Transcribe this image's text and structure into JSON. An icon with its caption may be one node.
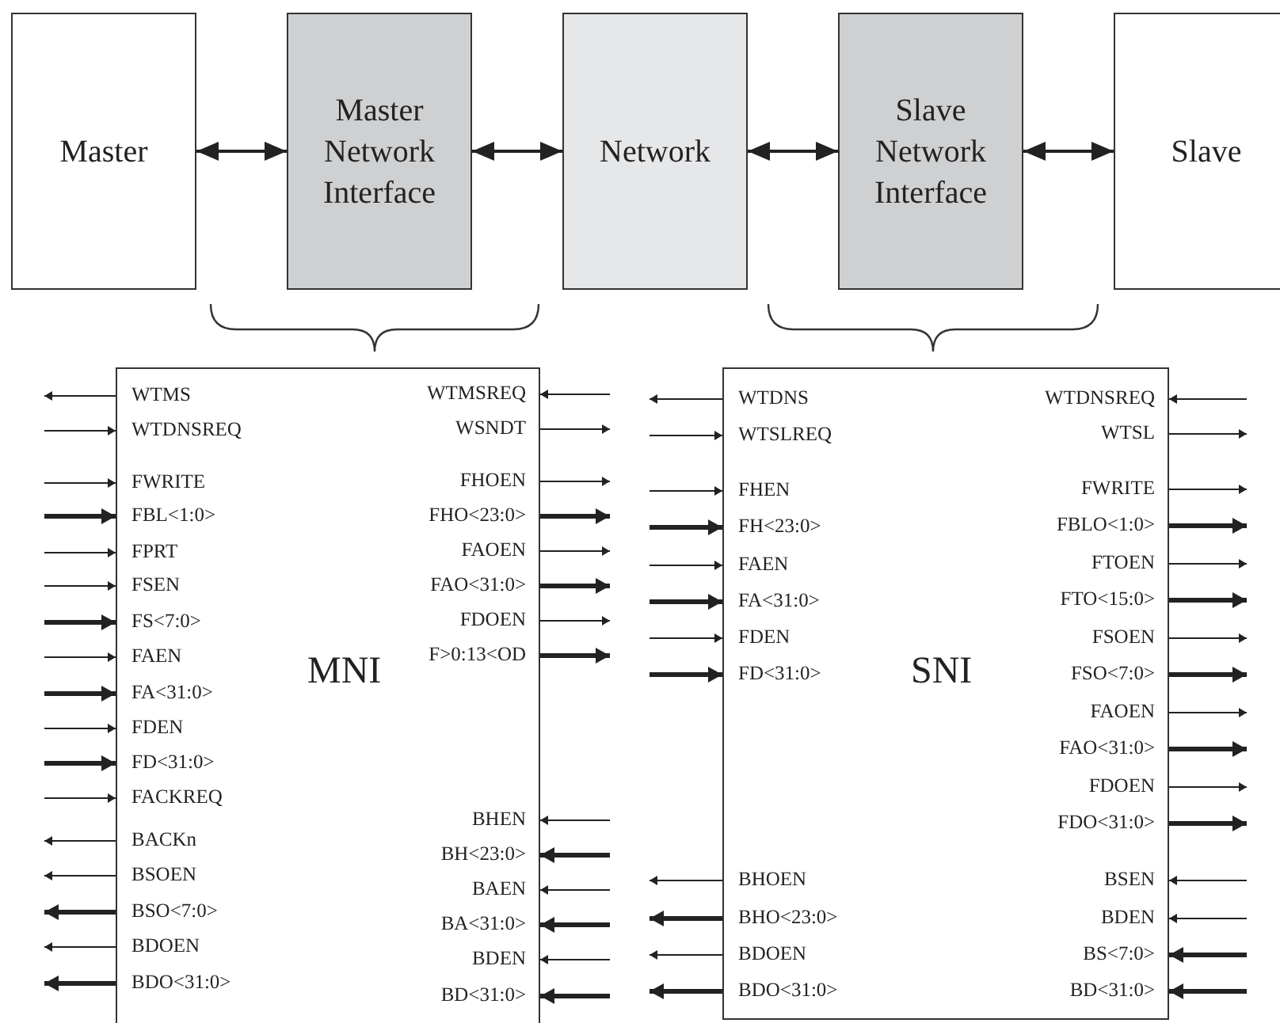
{
  "diagram": {
    "nodes": [
      {
        "text": [
          "Master"
        ]
      },
      {
        "text": [
          "Master Network Interface"
        ]
      },
      {
        "text": [
          "Network"
        ]
      },
      {
        "text": [
          "Slave Network Interface"
        ]
      },
      {
        "text": [
          "Slave"
        ]
      },
      {
        "text": [
          "MNI"
        ]
      },
      {
        "text": [
          "SNI"
        ]
      }
    ],
    "edges": [
      {
        "from": 0,
        "to": 1,
        "arrow": "both"
      },
      {
        "from": 1,
        "to": 2,
        "arrow": "both"
      },
      {
        "from": 2,
        "to": 3,
        "arrow": "both"
      },
      {
        "from": 3,
        "to": 4,
        "arrow": "both"
      },
      {
        "from": 5,
        "to": null,
        "arrow": "to",
        "label": "WTMS"
      },
      {
        "from": null,
        "to": 5,
        "arrow": "to",
        "label": "WTDNSREQ"
      },
      {
        "from": null,
        "to": 5,
        "arrow": "to",
        "label": "FWRITE"
      },
      {
        "from": null,
        "to": 5,
        "arrow": "to",
        "label": "FBL<1:0>",
        "style": "thick"
      },
      {
        "from": null,
        "to": 5,
        "arrow": "to",
        "label": "FPRT"
      },
      {
        "from": null,
        "to": 5,
        "arrow": "to",
        "label": "FSEN"
      },
      {
        "from": null,
        "to": 5,
        "arrow": "to",
        "label": "FS<7:0>",
        "style": "thick"
      },
      {
        "from": null,
        "to": 5,
        "arrow": "to",
        "label": "FAEN"
      },
      {
        "from": null,
        "to": 5,
        "arrow": "to",
        "label": "FA<31:0>",
        "style": "thick"
      },
      {
        "from": null,
        "to": 5,
        "arrow": "to",
        "label": "FDEN"
      },
      {
        "from": null,
        "to": 5,
        "arrow": "to",
        "label": "FD<31:0>",
        "style": "thick"
      },
      {
        "from": null,
        "to": 5,
        "arrow": "to",
        "label": "FACKREQ"
      },
      {
        "from": 5,
        "to": null,
        "arrow": "to",
        "label": "BACKn"
      },
      {
        "from": 5,
        "to": null,
        "arrow": "to",
        "label": "BSOEN"
      },
      {
        "from": 5,
        "to": null,
        "arrow": "to",
        "label": "BSO<7:0>",
        "style": "thick"
      },
      {
        "from": 5,
        "to": null,
        "arrow": "to",
        "label": "BDOEN"
      },
      {
        "from": 5,
        "to": null,
        "arrow": "to",
        "label": "BDO<31:0>",
        "style": "thick"
      },
      {
        "from": null,
        "to": 5,
        "arrow": "to",
        "label": "WTMSREQ"
      },
      {
        "from": 5,
        "to": null,
        "arrow": "to",
        "label": "WSNDT"
      },
      {
        "from": 5,
        "to": null,
        "arrow": "to",
        "label": "FHOEN"
      },
      {
        "from": 5,
        "to": null,
        "arrow": "to",
        "label": "FHO<23:0>",
        "style": "thick"
      },
      {
        "from": 5,
        "to": null,
        "arrow": "to",
        "label": "FAOEN"
      },
      {
        "from": 5,
        "to": null,
        "arrow": "to",
        "label": "FAO<31:0>",
        "style": "thick"
      },
      {
        "from": 5,
        "to": null,
        "arrow": "to",
        "label": "FDOEN"
      },
      {
        "from": 5,
        "to": null,
        "arrow": "to",
        "label": "F>0:13<OD",
        "style": "thick"
      },
      {
        "from": null,
        "to": 5,
        "arrow": "to",
        "label": "BHEN"
      },
      {
        "from": null,
        "to": 5,
        "arrow": "to",
        "label": "BH<23:0>",
        "style": "thick"
      },
      {
        "from": null,
        "to": 5,
        "arrow": "to",
        "label": "BAEN"
      },
      {
        "from": null,
        "to": 5,
        "arrow": "to",
        "label": "BA<31:0>",
        "style": "thick"
      },
      {
        "from": null,
        "to": 5,
        "arrow": "to",
        "label": "BDEN"
      },
      {
        "from": null,
        "to": 5,
        "arrow": "to",
        "label": "BD<31:0>",
        "style": "thick"
      },
      {
        "from": 6,
        "to": null,
        "arrow": "to",
        "label": "WTDNS"
      },
      {
        "from": null,
        "to": 6,
        "arrow": "to",
        "label": "WTSLREQ"
      },
      {
        "from": null,
        "to": 6,
        "arrow": "to",
        "label": "FHEN"
      },
      {
        "from": null,
        "to": 6,
        "arrow": "to",
        "label": "FH<23:0>",
        "style": "thick"
      },
      {
        "from": null,
        "to": 6,
        "arrow": "to",
        "label": "FAEN"
      },
      {
        "from": null,
        "to": 6,
        "arrow": "to",
        "label": "FA<31:0>",
        "style": "thick"
      },
      {
        "from": null,
        "to": 6,
        "arrow": "to",
        "label": "FDEN"
      },
      {
        "from": null,
        "to": 6,
        "arrow": "to",
        "label": "FD<31:0>",
        "style": "thick"
      },
      {
        "from": 6,
        "to": null,
        "arrow": "to",
        "label": "BHOEN"
      },
      {
        "from": 6,
        "to": null,
        "arrow": "to",
        "label": "BHO<23:0>",
        "style": "thick"
      },
      {
        "from": 6,
        "to": null,
        "arrow": "to",
        "label": "BDOEN"
      },
      {
        "from": 6,
        "to": null,
        "arrow": "to",
        "label": "BDO<31:0>",
        "style": "thick"
      },
      {
        "from": null,
        "to": 6,
        "arrow": "to",
        "label": "WTDNSREQ"
      },
      {
        "from": 6,
        "to": null,
        "arrow": "to",
        "label": "WTSL"
      },
      {
        "from": 6,
        "to": null,
        "arrow": "to",
        "label": "FWRITE"
      },
      {
        "from": 6,
        "to": null,
        "arrow": "to",
        "label": "FBLO<1:0>",
        "style": "thick"
      },
      {
        "from": 6,
        "to": null,
        "arrow": "to",
        "label": "FTOEN"
      },
      {
        "from": 6,
        "to": null,
        "arrow": "to",
        "label": "FTO<15:0>",
        "style": "thick"
      },
      {
        "from": 6,
        "to": null,
        "arrow": "to",
        "label": "FSOEN"
      },
      {
        "from": 6,
        "to": null,
        "arrow": "to",
        "label": "FSO<7:0>",
        "style": "thick"
      },
      {
        "from": 6,
        "to": null,
        "arrow": "to",
        "label": "FAOEN"
      },
      {
        "from": 6,
        "to": null,
        "arrow": "to",
        "label": "FAO<31:0>",
        "style": "thick"
      },
      {
        "from": 6,
        "to": null,
        "arrow": "to",
        "label": "FDOEN"
      },
      {
        "from": 6,
        "to": null,
        "arrow": "to",
        "label": "FDO<31:0>",
        "style": "thick"
      },
      {
        "from": null,
        "to": 6,
        "arrow": "to",
        "label": "BSEN"
      },
      {
        "from": null,
        "to": 6,
        "arrow": "to",
        "label": "BDEN"
      },
      {
        "from": null,
        "to": 6,
        "arrow": "to",
        "label": "BS<7:0>",
        "style": "thick"
      },
      {
        "from": null,
        "to": 6,
        "arrow": "to",
        "label": "BD<31:0>",
        "style": "thick"
      }
    ]
  }
}
